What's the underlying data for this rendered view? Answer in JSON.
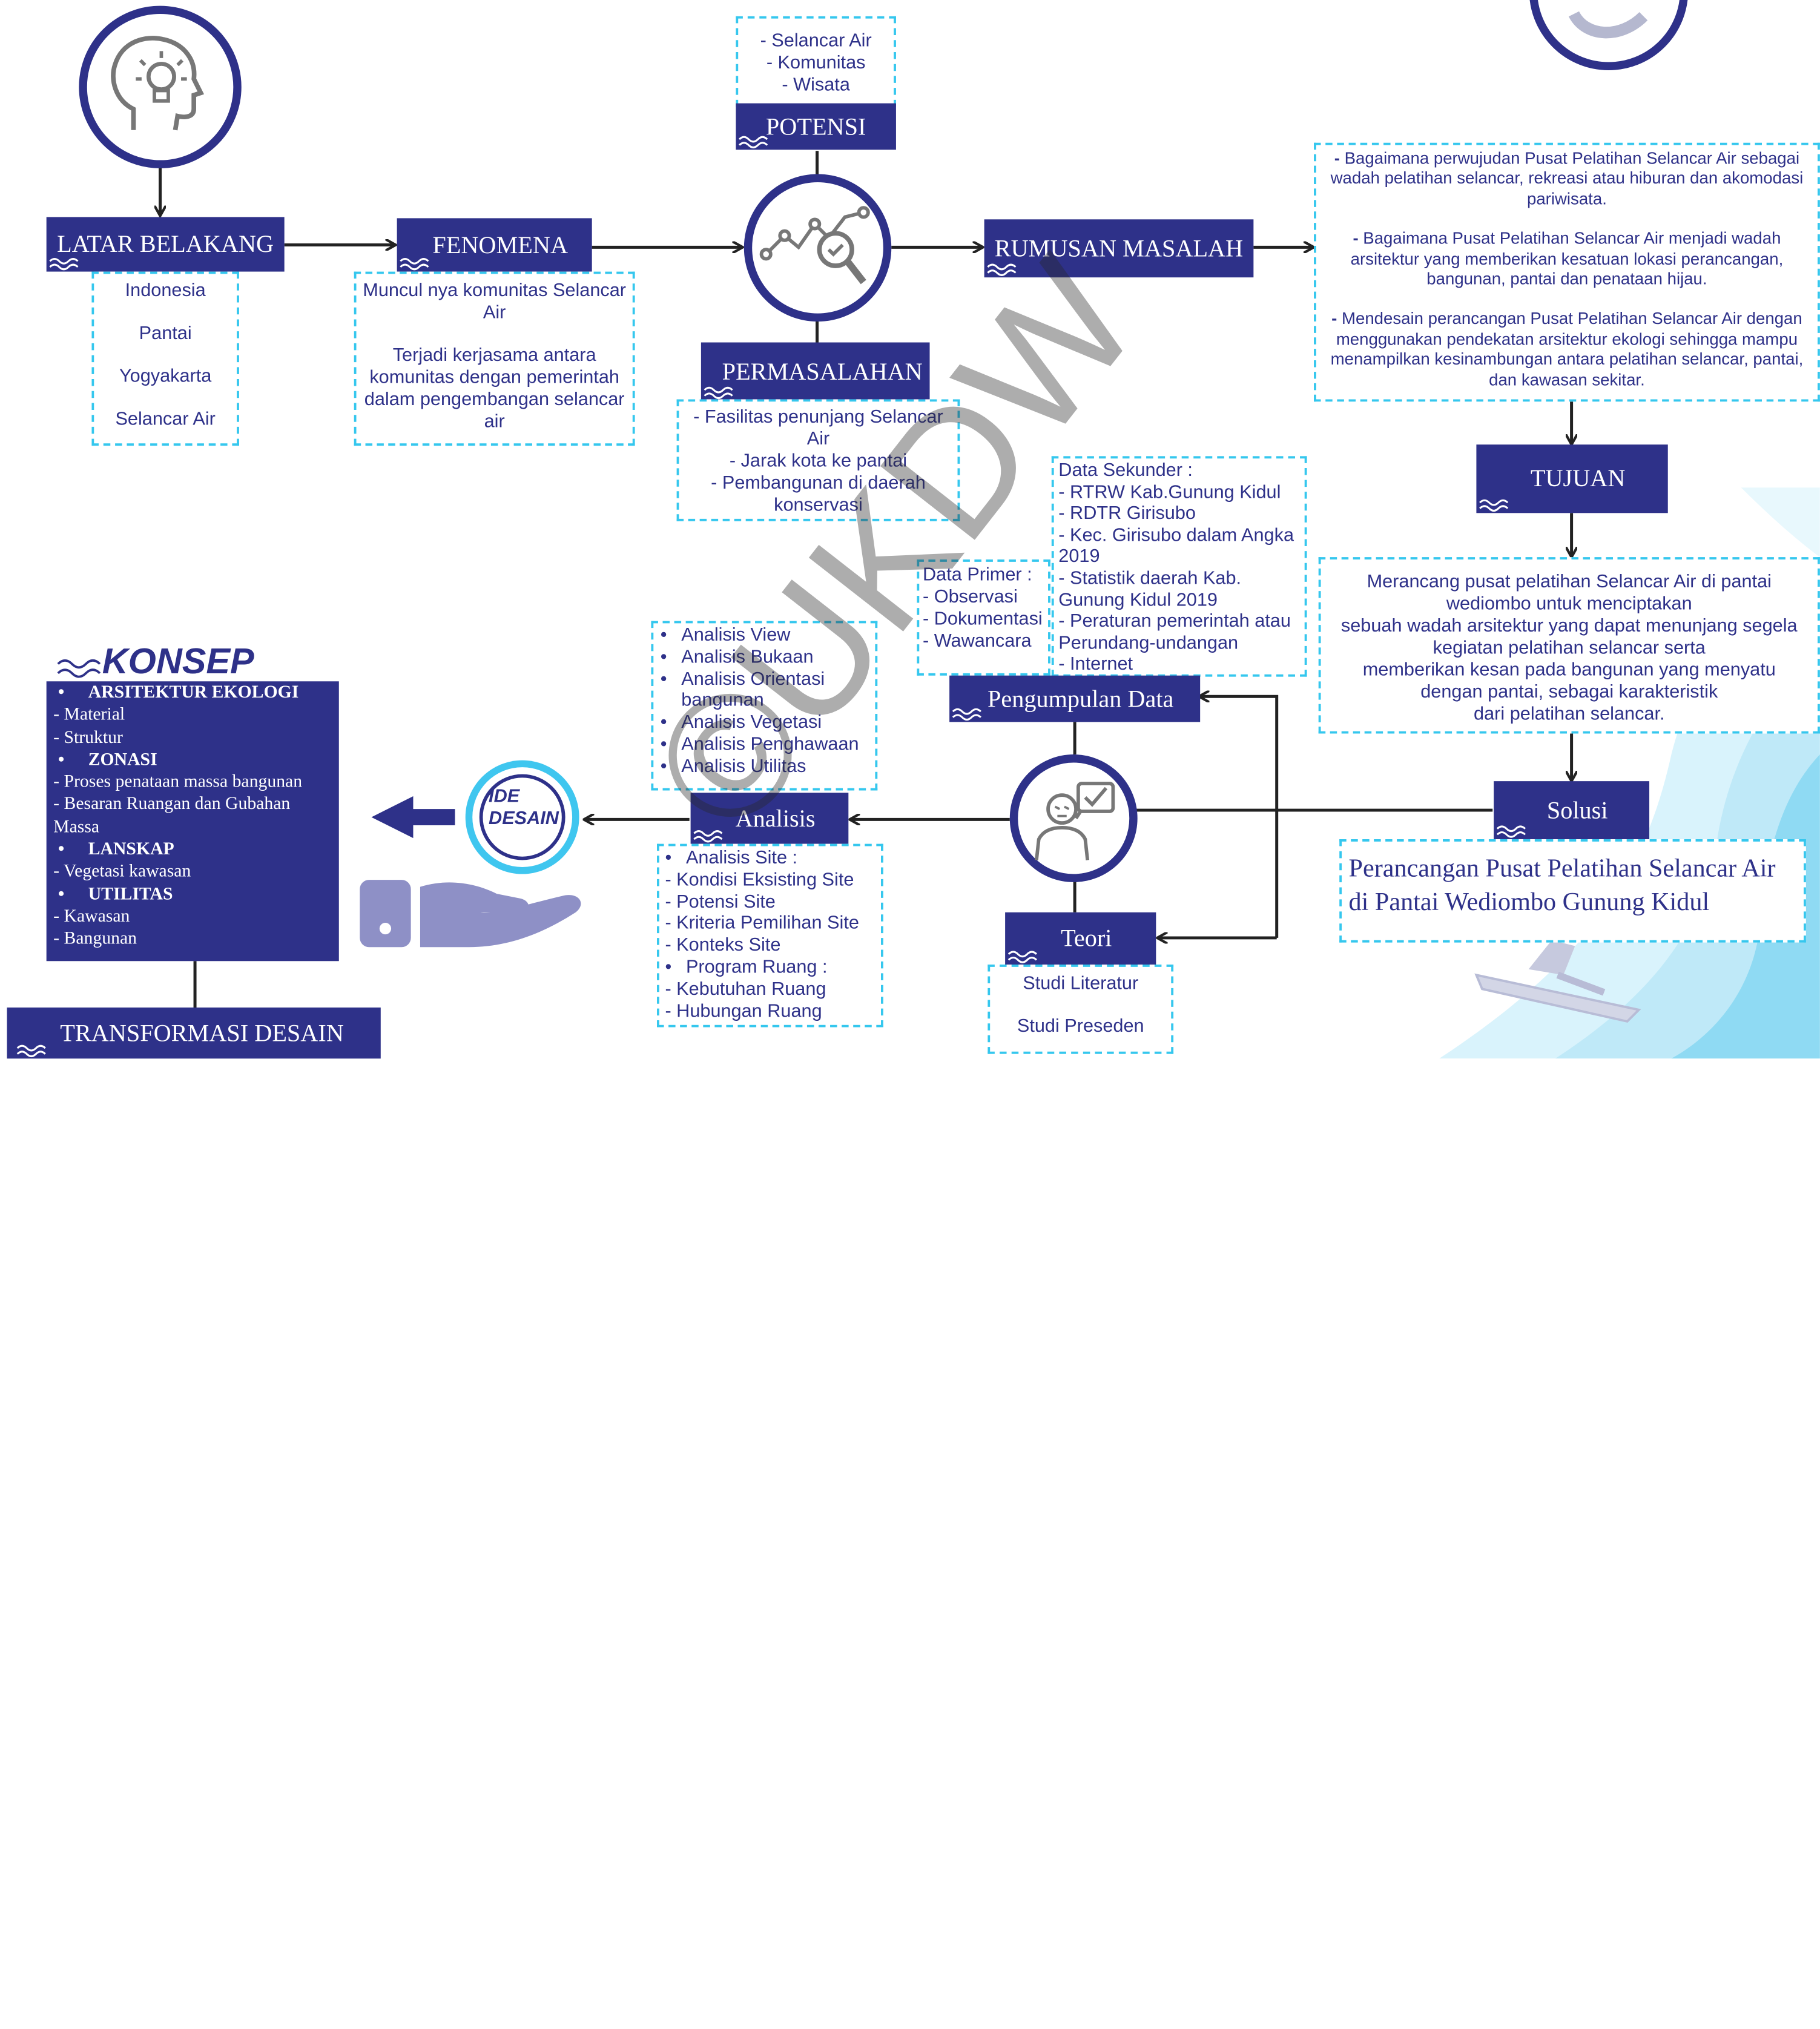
{
  "colors": {
    "navy": "#2e3189",
    "cyan": "#35c7ee",
    "wave": "#cfeefb",
    "icon_gray": "#777777"
  },
  "icons": [
    "head-lightbulb-icon",
    "chart-magnifier-icon",
    "person-checklist-icon",
    "hand-icon",
    "arrow-left-icon",
    "wave-icon",
    "surfer-icon"
  ],
  "latar": {
    "title": "LATAR BELAKANG",
    "items": [
      "Indonesia",
      "Pantai",
      "Yogyakarta",
      "Selancar Air"
    ]
  },
  "fenomena": {
    "title": "FENOMENA",
    "lines": [
      "Muncul nya komunitas Selancar Air",
      "Terjadi kerjasama antara komunitas dengan pemerintah dalam pengembangan selancar air"
    ]
  },
  "potensi": {
    "title": "POTENSI",
    "items": [
      "- Selancar Air",
      "- Komunitas",
      "- Wisata"
    ]
  },
  "permasalahan": {
    "title": "PERMASALAHAN",
    "items": [
      "- Fasilitas penunjang Selancar Air",
      "- Jarak kota ke pantai",
      "- Pembangunan di daerah konservasi"
    ]
  },
  "rumusan": {
    "title": "RUMUSAN MASALAH",
    "items": [
      "Bagaimana perwujudan Pusat Pelatihan Selancar Air sebagai wadah pelatihan selancar, rekreasi atau hiburan dan akomodasi pariwisata.",
      "Bagaimana Pusat Pelatihan Selancar Air menjadi wadah arsitektur yang memberikan kesatuan lokasi perancangan, bangunan, pantai dan penataan hijau.",
      "Mendesain perancangan Pusat Pelatihan Selancar Air dengan menggunakan pendekatan arsitektur ekologi sehingga mampu menampilkan kesinambungan antara pelatihan selancar, pantai, dan kawasan sekitar."
    ]
  },
  "tujuan": {
    "title": "TUJUAN",
    "lines": [
      "Merancang pusat pelatihan Selancar Air di pantai wediombo untuk menciptakan",
      "sebuah wadah arsitektur yang dapat menunjang segela kegiatan pelatihan selancar serta",
      "memberikan kesan pada bangunan yang menyatu dengan pantai, sebagai karakteristik",
      "dari pelatihan selancar."
    ]
  },
  "solusi": {
    "title": "Solusi",
    "text": "Perancangan Pusat Pelatihan Selancar Air di Pantai Wediombo Gunung Kidul"
  },
  "data_sekunder": {
    "lines": [
      "Data Sekunder :",
      "- RTRW Kab.Gunung Kidul",
      "- RDTR Girisubo",
      "- Kec. Girisubo dalam Angka 2019",
      "- Statistik daerah Kab. Gunung Kidul 2019",
      "- Peraturan pemerintah atau Perundang-undangan",
      "- Internet"
    ]
  },
  "data_primer": {
    "lines": [
      "Data Primer :",
      "- Observasi",
      "- Dokumentasi",
      "- Wawancara"
    ]
  },
  "pengumpulan": {
    "title": "Pengumpulan Data"
  },
  "teori": {
    "title": "Teori",
    "items": [
      "Studi Literatur",
      "Studi Preseden"
    ]
  },
  "analisis_top": {
    "items": [
      "Analisis View",
      "Analisis Bukaan",
      "Analisis Orientasi bangunan",
      "Analisis Vegetasi",
      "Analisis Penghawaan",
      "Analisis Utilitas"
    ]
  },
  "analisis": {
    "title": "Analisis",
    "site_head": "Analisis Site :",
    "site_items": [
      "- Kondisi Eksisting Site",
      "- Potensi Site",
      "- Kriteria Pemilihan Site",
      "- Konteks Site"
    ],
    "ruang_head": "Program Ruang :",
    "ruang_items": [
      "- Kebutuhan Ruang",
      "- Hubungan Ruang"
    ]
  },
  "ide": {
    "line1": "IDE",
    "line2": "DESAIN"
  },
  "konsep": {
    "title": "KONSEP",
    "sections": [
      {
        "head": "ARSITEKTUR EKOLOGI",
        "items": [
          "- Material",
          "- Struktur"
        ]
      },
      {
        "head": "ZONASI",
        "items": [
          "- Proses penataan massa bangunan",
          "- Besaran Ruangan dan Gubahan Massa"
        ]
      },
      {
        "head": "LANSKAP",
        "items": [
          "- Vegetasi kawasan"
        ]
      },
      {
        "head": "UTILITAS",
        "items": [
          "- Kawasan",
          "- Bangunan"
        ]
      }
    ]
  },
  "transformasi": {
    "title": "TRANSFORMASI DESAIN"
  },
  "watermark": "©UKDW"
}
